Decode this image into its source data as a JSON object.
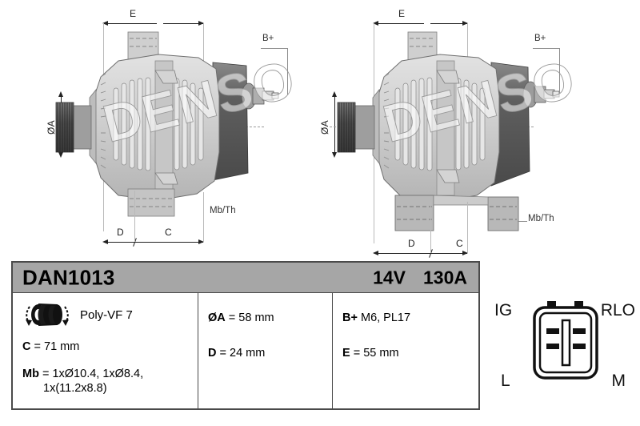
{
  "product": {
    "part_number": "DAN1013",
    "voltage": "14V",
    "amperage": "130A"
  },
  "spec_columns": [
    {
      "belt": {
        "icon": "pulley-rotation-icon",
        "label": "Poly-VF 7"
      },
      "lines": [
        {
          "label": "C",
          "eq": " = ",
          "value": "71 mm"
        },
        {
          "label": "Mb",
          "eq": " = ",
          "value": "1xØ10.4, 1xØ8.4,",
          "value2": "1x(11.2x8.8)"
        }
      ]
    },
    {
      "lines": [
        {
          "label": "ØA",
          "eq": " = ",
          "value": "58 mm"
        },
        {
          "label": "D",
          "eq": " = ",
          "value": "24 mm"
        }
      ]
    },
    {
      "lines": [
        {
          "label": "B+",
          "eq": " ",
          "value": "M6, PL17"
        },
        {
          "label": "E",
          "eq": " = ",
          "value": "55 mm"
        }
      ]
    }
  ],
  "connector": {
    "name": "4-pin-connector-diagram",
    "terminals": {
      "top_left": "IG",
      "top_right": "RLO",
      "bottom_left": "L",
      "bottom_right": "M"
    }
  },
  "drawings": [
    {
      "view": "front-view",
      "brand_watermark": "DENSO",
      "dimensions": {
        "e": "E",
        "diameter_a": "ØA",
        "d": "D",
        "c": "C"
      },
      "callouts": {
        "bplus": "B+",
        "mounting": "Mb/Th"
      }
    },
    {
      "view": "mounting-foot-view",
      "brand_watermark": "DENSO",
      "dimensions": {
        "e": "E",
        "diameter_a": "ØA",
        "d": "D",
        "c": "C"
      },
      "callouts": {
        "bplus": "B+",
        "mounting": "Mb/Th"
      }
    }
  ],
  "colors": {
    "header_band": "#a6a6a6",
    "table_border": "#4a4a4a",
    "body_light": "#d8d8d8",
    "body_mid": "#bdbdbd",
    "body_dark": "#6f6f6f",
    "rear_housing": "#5a5a5a",
    "line": "#222222"
  }
}
